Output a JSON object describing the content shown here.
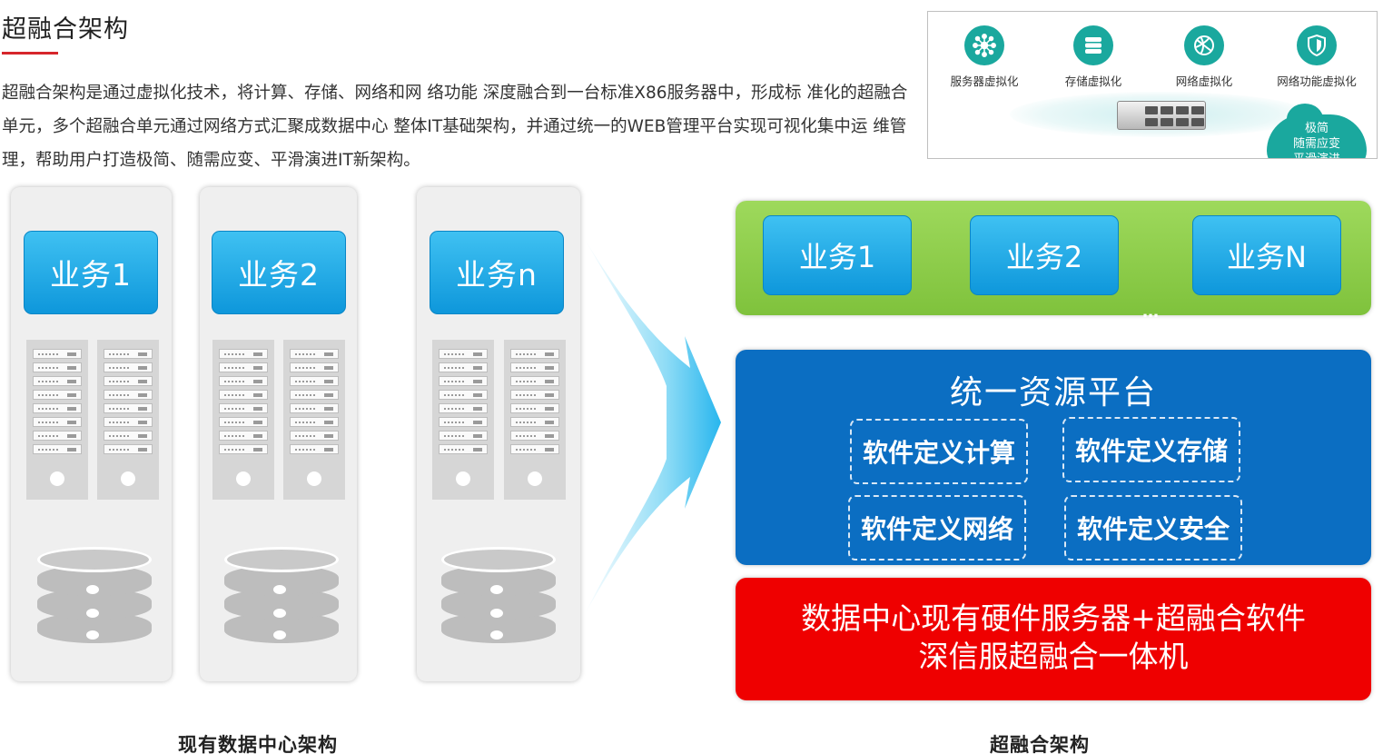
{
  "header": {
    "title": "超融合架构",
    "description": "超融合架构是通过虚拟化技术，将计算、存储、网络和网 络功能 深度融合到一台标准X86服务器中，形成标 准化的超融合单元，多个超融合单元通过网络方式汇聚成数据中心 整体IT基础架构，并通过统一的WEB管理平台实现可视化集中运 维管理，帮助用户打造极简、随需应变、平滑演进IT新架构。"
  },
  "panel": {
    "items": [
      {
        "label": "服务器虚拟化",
        "icon": "network-nodes-icon"
      },
      {
        "label": "存储虚拟化",
        "icon": "storage-icon"
      },
      {
        "label": "网络虚拟化",
        "icon": "network-ball-icon"
      },
      {
        "label": "网络功能虚拟化",
        "icon": "shield-icon"
      }
    ],
    "cloud_text": "极简\n随需应变\n平滑演进",
    "accent": "#1aa89e"
  },
  "left": {
    "racks": [
      {
        "biz_label": "业务1"
      },
      {
        "biz_label": "业务2"
      },
      {
        "biz_label": "业务n"
      }
    ],
    "caption": "现有数据中心架构"
  },
  "right": {
    "business": [
      "业务1",
      "业务2",
      "业务N"
    ],
    "ellipsis": "…",
    "platform_title": "统一资源平台",
    "software": [
      "软件定义计算",
      "软件定义存储",
      "软件定义网络",
      "软件定义安全"
    ],
    "hardware_line1": "数据中心现有硬件服务器+超融合软件",
    "hardware_line2": "深信服超融合一体机",
    "caption": "超融合架构",
    "colors": {
      "green": "#8ccc4a",
      "blue": "#0b6ec2",
      "red": "#ef0000",
      "business_blue": "#1aa8e8"
    }
  }
}
